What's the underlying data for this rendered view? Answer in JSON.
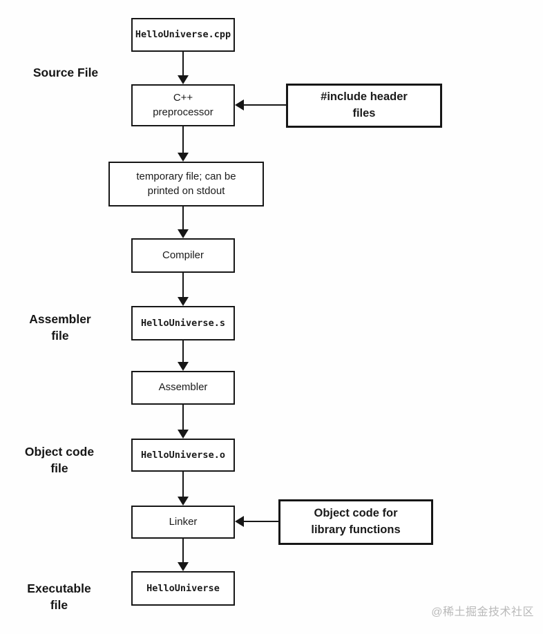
{
  "diagram": {
    "side_labels": {
      "source": "Source File",
      "assembler": "Assembler\nfile",
      "object_code": "Object code\nfile",
      "executable": "Executable\nfile"
    },
    "nodes": {
      "source_file": "HelloUniverse.cpp",
      "preprocessor": "C++\npreprocessor",
      "temp_file": "temporary file; can be\nprinted on stdout",
      "compiler": "Compiler",
      "assembly_file": "HelloUniverse.s",
      "assembler": "Assembler",
      "object_file": "HelloUniverse.o",
      "linker": "Linker",
      "executable_file": "HelloUniverse"
    },
    "annotations": {
      "include_headers": "#include header\nfiles",
      "library_objects": "Object code for\nlibrary functions"
    },
    "watermark": "@稀土掘金技术社区",
    "colors": {
      "line": "#161616",
      "text": "#1a1a1a",
      "watermark": "#b9b9b9",
      "background": "#ffffff"
    }
  }
}
